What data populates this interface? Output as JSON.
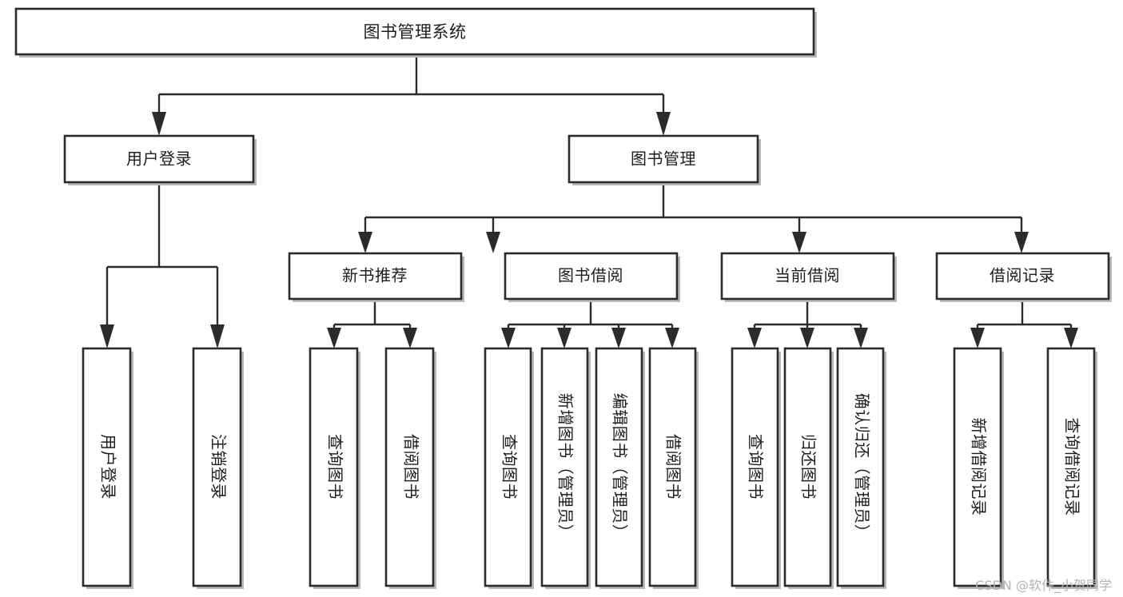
{
  "diagram": {
    "title": "图书管理系统",
    "watermark": "CSDN @软件_小贺同学",
    "colors": {
      "stroke": "#2b2b2b",
      "fill": "#ffffff",
      "text": "#1d1d1d",
      "shadow": "#b9b9b9",
      "watermark": "#b3b3b3"
    },
    "level1": {
      "root": "图书管理系统"
    },
    "level2": [
      {
        "label": "用户登录"
      },
      {
        "label": "图书管理"
      }
    ],
    "level3": [
      {
        "label": "新书推荐"
      },
      {
        "label": "图书借阅"
      },
      {
        "label": "当前借阅"
      },
      {
        "label": "借阅记录"
      }
    ],
    "leaves": {
      "user_login": [
        {
          "label": "用户登录"
        },
        {
          "label": "注销登录"
        }
      ],
      "new_book_recommend": [
        {
          "label": "查询图书"
        },
        {
          "label": "借阅图书"
        }
      ],
      "book_borrow": [
        {
          "label": "查询图书"
        },
        {
          "label": "新增图书（管理员）"
        },
        {
          "label": "编辑图书（管理员）"
        },
        {
          "label": "借阅图书"
        }
      ],
      "current_borrow": [
        {
          "label": "查询图书"
        },
        {
          "label": "归还图书"
        },
        {
          "label": "确认归还（管理员）"
        }
      ],
      "borrow_record": [
        {
          "label": "新增借阅记录"
        },
        {
          "label": "查询借阅记录"
        }
      ]
    }
  }
}
